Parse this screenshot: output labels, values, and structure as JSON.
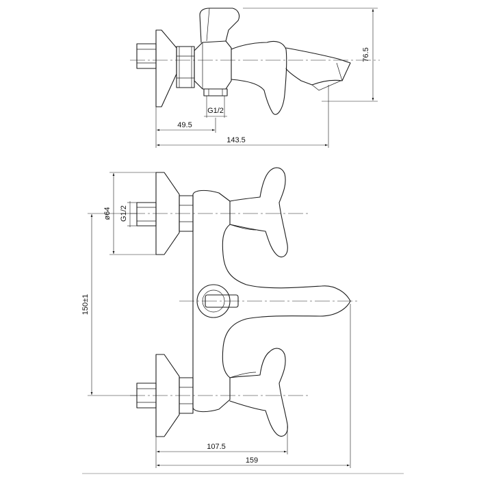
{
  "dimensions": {
    "top_height": "76.5",
    "top_outlet_offset": "49.5",
    "top_total_depth": "143.5",
    "top_thread": "G1/2",
    "front_flange_diameter": "ø64",
    "front_thread": "G1/2",
    "front_center_distance": "150±1",
    "front_outlet_depth": "107.5",
    "front_total_depth": "159"
  },
  "colors": {
    "line": "#1a1a1a",
    "background": "#ffffff"
  }
}
